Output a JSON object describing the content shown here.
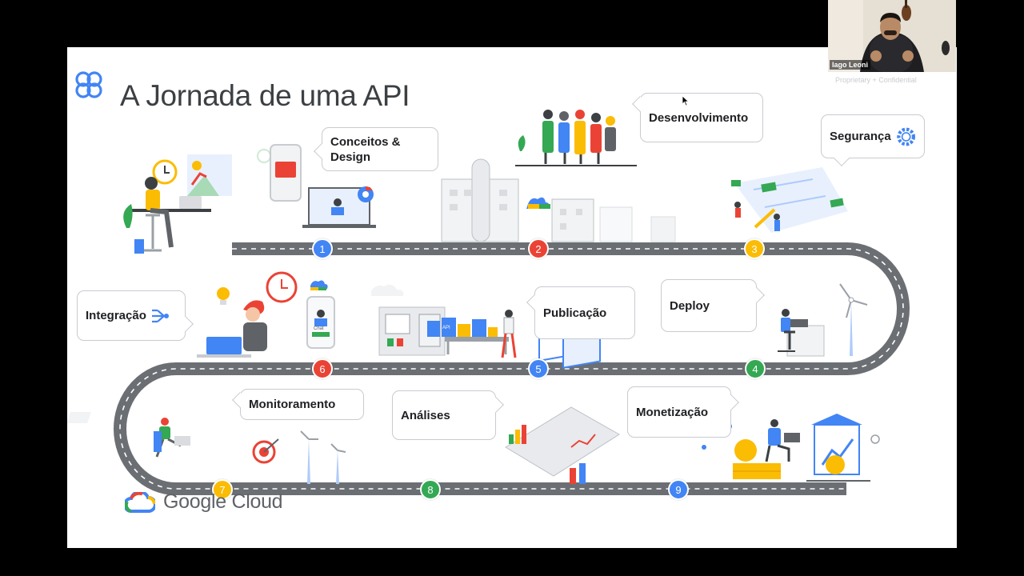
{
  "slide": {
    "title": "A Jornada de uma API",
    "confidential": "Proprietary + Confidential",
    "brand": "Google Cloud"
  },
  "stages": [
    {
      "number": "1",
      "label": "Conceitos & Design",
      "color": "#4285f4"
    },
    {
      "number": "2",
      "label": "Desenvolvimento",
      "color": "#ea4335"
    },
    {
      "number": "3",
      "label": "Segurança",
      "color": "#fbbc04"
    },
    {
      "number": "4",
      "label": "Deploy",
      "color": "#34a853"
    },
    {
      "number": "5",
      "label": "Publicação",
      "color": "#4285f4"
    },
    {
      "number": "6",
      "label": "Integração",
      "color": "#ea4335"
    },
    {
      "number": "7",
      "label": "Monitoramento",
      "color": "#fbbc04"
    },
    {
      "number": "8",
      "label": "Análises",
      "color": "#34a853"
    },
    {
      "number": "9",
      "label": "Monetização",
      "color": "#4285f4"
    }
  ],
  "illustration": {
    "chat_label": "Chat",
    "api_label": "API"
  },
  "webcam": {
    "participant_name": "Iago Leoni"
  },
  "colors": {
    "google_blue": "#4285f4",
    "google_red": "#ea4335",
    "google_yellow": "#fbbc04",
    "google_green": "#34a853",
    "road": "#6b6f73"
  }
}
